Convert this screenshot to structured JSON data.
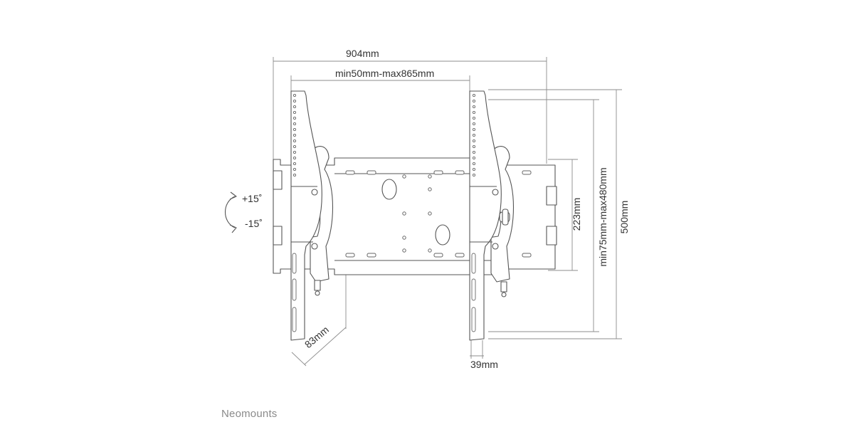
{
  "diagram": {
    "dimensions": {
      "overall_width": "904mm",
      "arm_spacing": "min50mm-max865mm",
      "wall_plate_height": "223mm",
      "vesa_height_range": "min75mm-max480mm",
      "overall_height": "500mm",
      "wall_distance": "83mm",
      "arm_depth": "39mm"
    },
    "tilt": {
      "up": "+15˚",
      "down": "-15˚"
    }
  },
  "brand": {
    "name": "Neomounts"
  },
  "colors": {
    "line": "#555555",
    "dim_line": "#888888",
    "text": "#333333",
    "brand": "#8a8a8a"
  }
}
